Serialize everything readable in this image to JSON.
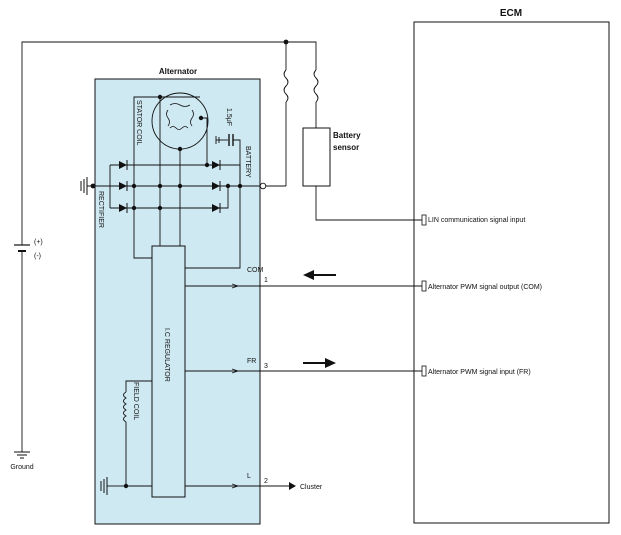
{
  "ecm": {
    "title": "ECM"
  },
  "alternator": {
    "title": "Alternator",
    "stator_coil": "STATOR COIL",
    "rectifier": "RECTIFIER",
    "capacitor": "1.5μF",
    "battery_terminal": "BATTERY",
    "regulator": "I.C REGULATOR",
    "field_coil": "FIELD COIL",
    "terminals": {
      "com": {
        "name": "COM",
        "pin": "1"
      },
      "fr": {
        "name": "FR",
        "pin": "3"
      },
      "l": {
        "name": "L",
        "pin": "2"
      }
    }
  },
  "battery_sensor": {
    "line1": "Battery",
    "line2": "sensor"
  },
  "battery": {
    "plus": "(+)",
    "minus": "(-)"
  },
  "ground": {
    "label": "Ground"
  },
  "cluster": {
    "label": "Cluster"
  },
  "ecm_signals": {
    "lin": "LIN communication signal input",
    "pwm_out": "Alternator PWM signal output (COM)",
    "pwm_in": "Alternator PWM signal input (FR)"
  },
  "colors": {
    "alternator_fill": "#cfe9f2",
    "line": "#111111"
  }
}
